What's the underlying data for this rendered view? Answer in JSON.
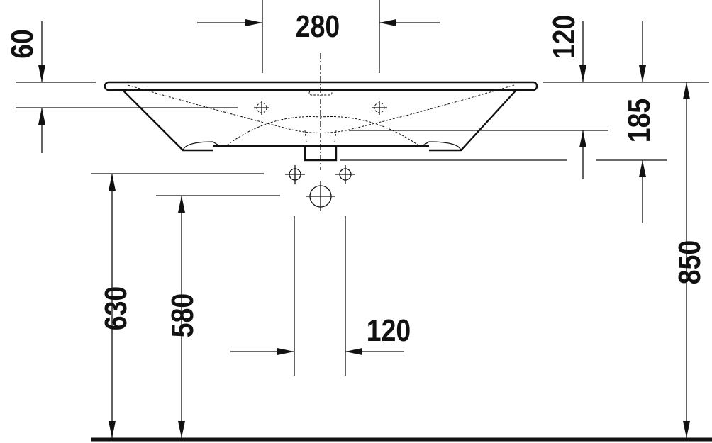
{
  "drawing": {
    "title": "Washbasin dimension drawing",
    "dimensions": {
      "tap_hole_spacing": "280",
      "rim_to_tap_hole": "60",
      "right_offset_top": "120",
      "basin_depth": "185",
      "total_height": "850",
      "siphon_height_upper": "630",
      "siphon_height_lower": "580",
      "siphon_spacing": "120"
    },
    "line_color": "#111111"
  }
}
